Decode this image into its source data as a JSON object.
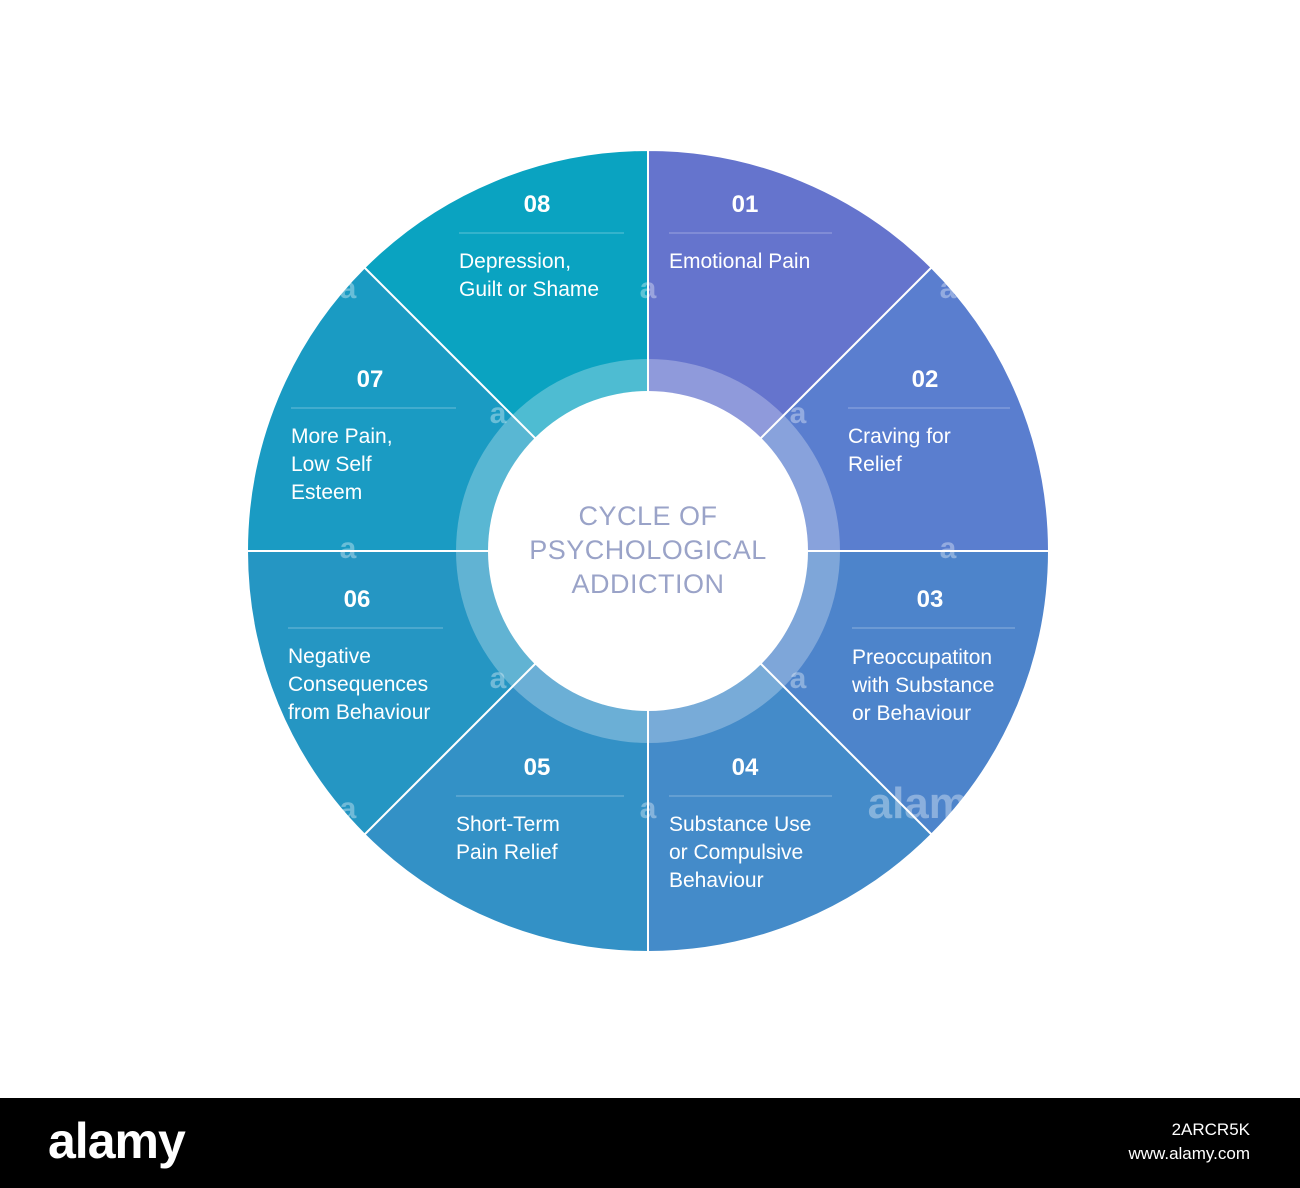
{
  "center": {
    "lines": [
      "CYCLE OF",
      "PSYCHOLOGICAL",
      "ADDICTION"
    ]
  },
  "segments": [
    {
      "number": "01",
      "label": [
        "Emotional Pain"
      ],
      "color": "#6574cd"
    },
    {
      "number": "02",
      "label": [
        "Craving for",
        "Relief"
      ],
      "color": "#5a7ecf"
    },
    {
      "number": "03",
      "label": [
        "Preoccupatiton",
        "with Substance",
        "or Behaviour"
      ],
      "color": "#4d84cb"
    },
    {
      "number": "04",
      "label": [
        "Substance Use",
        "or Compulsive",
        "Behaviour"
      ],
      "color": "#448bc9"
    },
    {
      "number": "05",
      "label": [
        "Short-Term",
        "Pain Relief"
      ],
      "color": "#3391c6"
    },
    {
      "number": "06",
      "label": [
        "Negative",
        "Consequences",
        "from Behaviour"
      ],
      "color": "#2596c3"
    },
    {
      "number": "07",
      "label": [
        "More Pain,",
        "Low Self",
        "Esteem"
      ],
      "color": "#1a9bc3"
    },
    {
      "number": "08",
      "label": [
        "Depression,",
        "Guilt or Shame"
      ],
      "color": "#0aa3c1"
    }
  ],
  "watermark": {
    "mark": "a",
    "text": "alamy"
  },
  "footer": {
    "logo": "alamy",
    "image_id": "2ARCR5K",
    "site": "www.alamy.com"
  }
}
